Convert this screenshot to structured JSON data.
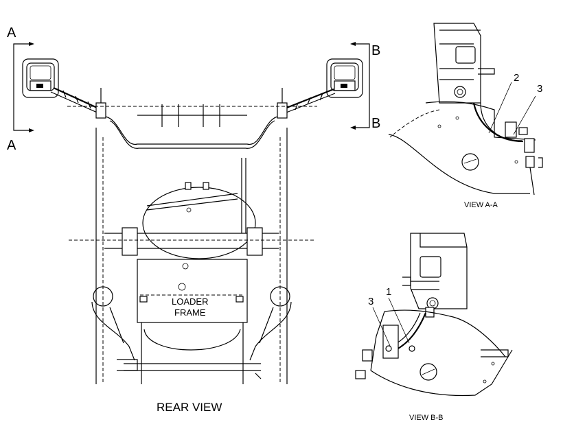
{
  "views": {
    "rear_view": {
      "title": "REAR VIEW",
      "frame_label_line1": "LOADER",
      "frame_label_line2": "FRAME"
    },
    "view_a": {
      "title": "VIEW A-A",
      "callouts": [
        "2",
        "3"
      ]
    },
    "view_b": {
      "title": "VIEW B-B",
      "callouts": [
        "1",
        "3"
      ]
    }
  },
  "section_markers": {
    "left_top": "A",
    "left_bottom": "A",
    "right_top": "B",
    "right_bottom": "B"
  }
}
